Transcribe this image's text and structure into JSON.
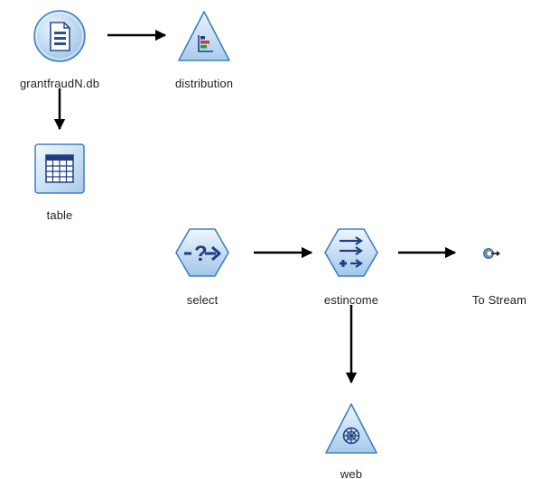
{
  "nodes": {
    "source": {
      "label": "grantfraudN.db",
      "icon": "database-source-icon"
    },
    "distribution": {
      "label": "distribution",
      "icon": "distribution-graph-icon"
    },
    "table": {
      "label": "table",
      "icon": "table-icon"
    },
    "select": {
      "label": "select",
      "icon": "select-icon"
    },
    "estincome": {
      "label": "estincome",
      "icon": "derive-icon"
    },
    "to_stream": {
      "label": "To Stream",
      "icon": "to-stream-icon"
    },
    "web": {
      "label": "web",
      "icon": "web-graph-icon"
    }
  },
  "edges": [
    {
      "from": "grantfraudN.db",
      "to": "distribution"
    },
    {
      "from": "grantfraudN.db",
      "to": "table"
    },
    {
      "from": "select",
      "to": "estincome"
    },
    {
      "from": "estincome",
      "to": "To Stream"
    },
    {
      "from": "estincome",
      "to": "web"
    }
  ],
  "colors": {
    "node_fill": "#c3dcf2",
    "node_stroke": "#3f7fc0",
    "icon_dark": "#1f3f82",
    "connector": "#000000"
  }
}
